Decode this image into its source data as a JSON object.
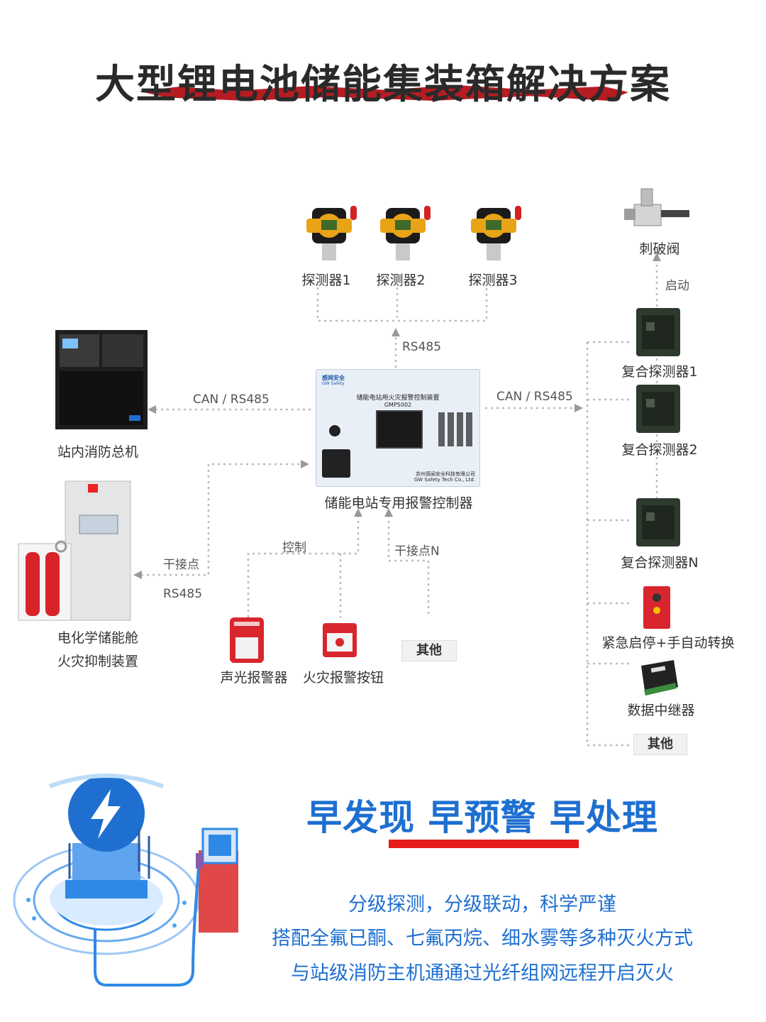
{
  "title": "大型锂电池储能集装箱解决方案",
  "controller": {
    "name": "储能电站专用报警控制器",
    "panel_title": "储能电站用火灾报警控制装置",
    "model": "GMP5002",
    "brand_cn": "感闻安全",
    "brand_en": "GW Safety",
    "company_cn": "苏州感闻安全科技有限公司",
    "company_en": "GW Safety Tech Co., Ltd."
  },
  "detectors": [
    "探测器1",
    "探测器2",
    "探测器3"
  ],
  "links": {
    "top": "RS485",
    "left": "CAN / RS485",
    "right": "CAN / RS485",
    "dry_contact": "干接点",
    "rs485_bottom": "RS485",
    "control": "控制",
    "dry_contact_n": "干接点N",
    "start": "启动"
  },
  "left_devices": {
    "fire_host": "站内消防总机",
    "suppression_line1": "电化学储能舱",
    "suppression_line2": "火灾抑制装置"
  },
  "bottom_devices": {
    "alarm": "声光报警器",
    "button": "火灾报警按钮",
    "other": "其他"
  },
  "right_devices": {
    "valve": "刺破阀",
    "composite1": "复合探测器1",
    "composite2": "复合探测器2",
    "compositeN": "复合探测器N",
    "emergency": "紧急启停+手自动转换",
    "relay": "数据中继器",
    "other": "其他"
  },
  "slogan": "早发现 早预警 早处理",
  "features": [
    "分级探测，分级联动，科学严谨",
    "搭配全氟已酮、七氟丙烷、细水雾等多种灭火方式",
    "与站级消防主机通通过光纤组网远程开启灭火"
  ],
  "colors": {
    "blue": "#1e6fd0",
    "red": "#e61a1a",
    "title_brush": "#b71c23"
  }
}
